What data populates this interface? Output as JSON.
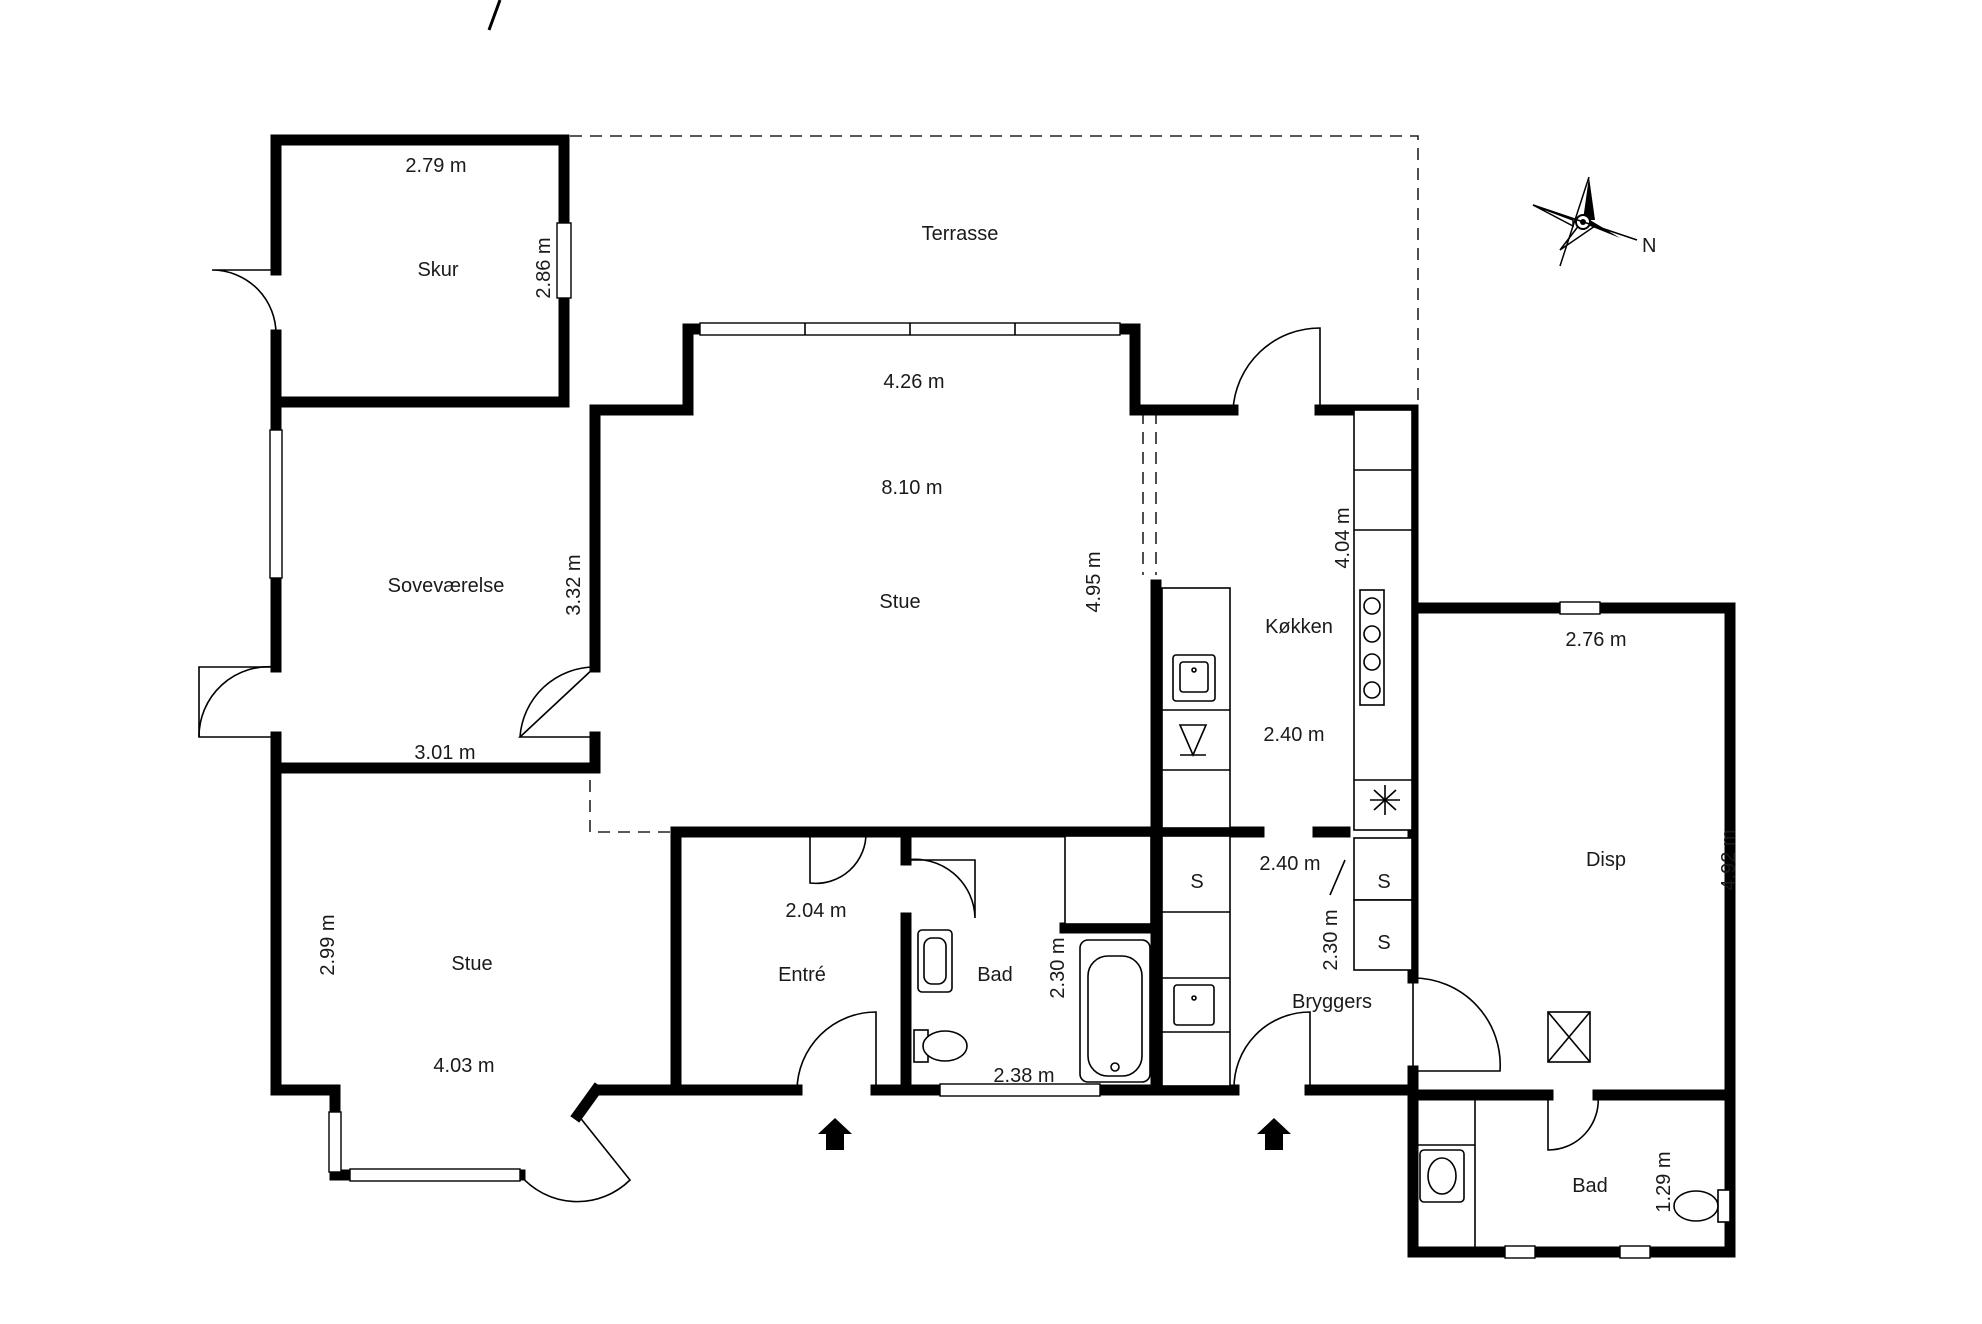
{
  "rooms": {
    "terrasse": "Terrasse",
    "skur": "Skur",
    "sovevaerelse": "Soveværelse",
    "stue_main": "Stue",
    "stue_lower": "Stue",
    "koekken": "Køkken",
    "entre": "Entré",
    "bad_center": "Bad",
    "bryggers": "Bryggers",
    "disp": "Disp",
    "bad_right": "Bad"
  },
  "dimensions": {
    "skur_w": "2.79 m",
    "skur_h": "2.86 m",
    "stue_main_w1": "4.26 m",
    "stue_main_w2": "8.10 m",
    "stue_main_h": "4.95 m",
    "sov_h": "3.32 m",
    "sov_w": "3.01 m",
    "kok_h": "4.04 m",
    "kok_w1": "2.40 m",
    "kok_w2": "2.40 m",
    "disp_w": "2.76 m",
    "disp_h": "4.92 m",
    "entre_w": "2.04 m",
    "bad_center_h": "2.30 m",
    "bad_center_w": "2.38 m",
    "bryggers_h": "2.30 m",
    "stue_lower_h": "2.99 m",
    "stue_lower_w": "4.03 m",
    "bad_right_h": "1.29 m"
  },
  "fixtures": {
    "s1": "S",
    "s2": "S",
    "s3": "S"
  },
  "compass": {
    "north_label": "N"
  },
  "colors": {
    "wall": "#000000",
    "background": "#ffffff",
    "text": "#1a1a1a"
  }
}
